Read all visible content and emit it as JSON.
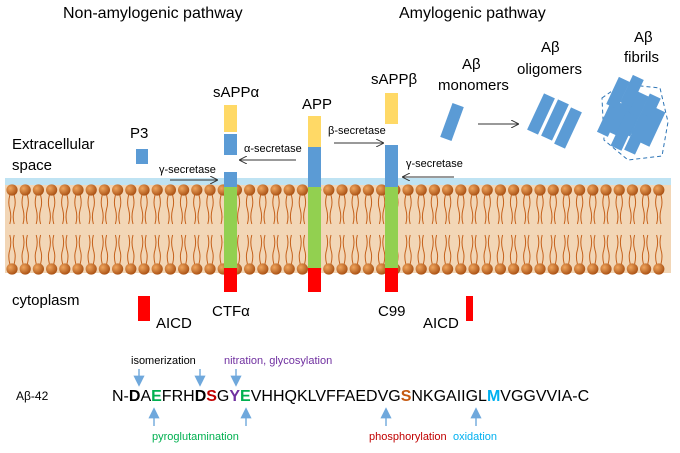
{
  "headers": {
    "left": "Non-amylogenic pathway",
    "right": "Amylogenic pathway"
  },
  "labels": {
    "extracellular_line1": "Extracellular",
    "extracellular_line2": "space",
    "cytoplasm": "cytoplasm",
    "p3": "P3",
    "sappa": "sAPPα",
    "app": "APP",
    "sappb": "sAPPβ",
    "ctfa": "CTFα",
    "c99": "C99",
    "aicd_left": "AICD",
    "aicd_right": "AICD",
    "monomers_line1": "Aβ",
    "monomers_line2": "monomers",
    "oligomers_line1": "Aβ",
    "oligomers_line2": "oligomers",
    "fibrils_line1": "Aβ",
    "fibrils_line2": "fibrils"
  },
  "enzymes": {
    "gamma_left": "γ-secretase",
    "alpha": "α-secretase",
    "beta": "β-secretase",
    "gamma_right": "γ-secretase"
  },
  "sequence": {
    "label": "Aβ-42",
    "prefix": "N-",
    "d1": "D",
    "a2": "A",
    "e3": "E",
    "mid1": "FRH",
    "d7": "D",
    "s8": "S",
    "g9": "G",
    "y10": "Y",
    "e11": "E",
    "mid2": "VHHQKLVFFAEDVG",
    "s26": "S",
    "mid3": "NKGAIIGL",
    "m35": "M",
    "suffix": "VGGVVIA-C"
  },
  "modifications": {
    "isomerization": "isomerization",
    "nitration": "nitration, glycosylation",
    "pyroglutamination": "pyroglutamination",
    "phosphorylation": "phosphorylation",
    "oxidation": "oxidation"
  },
  "colors": {
    "membrane_bg": "#f2d6b6",
    "lipid_head": "#c5611b",
    "water": "#bfe3f3",
    "blue_block": "#5b9bd5",
    "yellow_block": "#ffd966",
    "green_block": "#92d050",
    "red_block": "#ff0000",
    "mod_green": "#00b050",
    "mod_purple": "#7030a0",
    "mod_red": "#c00000",
    "mod_blue": "#00b0f0",
    "mod_orange": "#c55a11",
    "arrow_blue": "#6fa8dc"
  }
}
